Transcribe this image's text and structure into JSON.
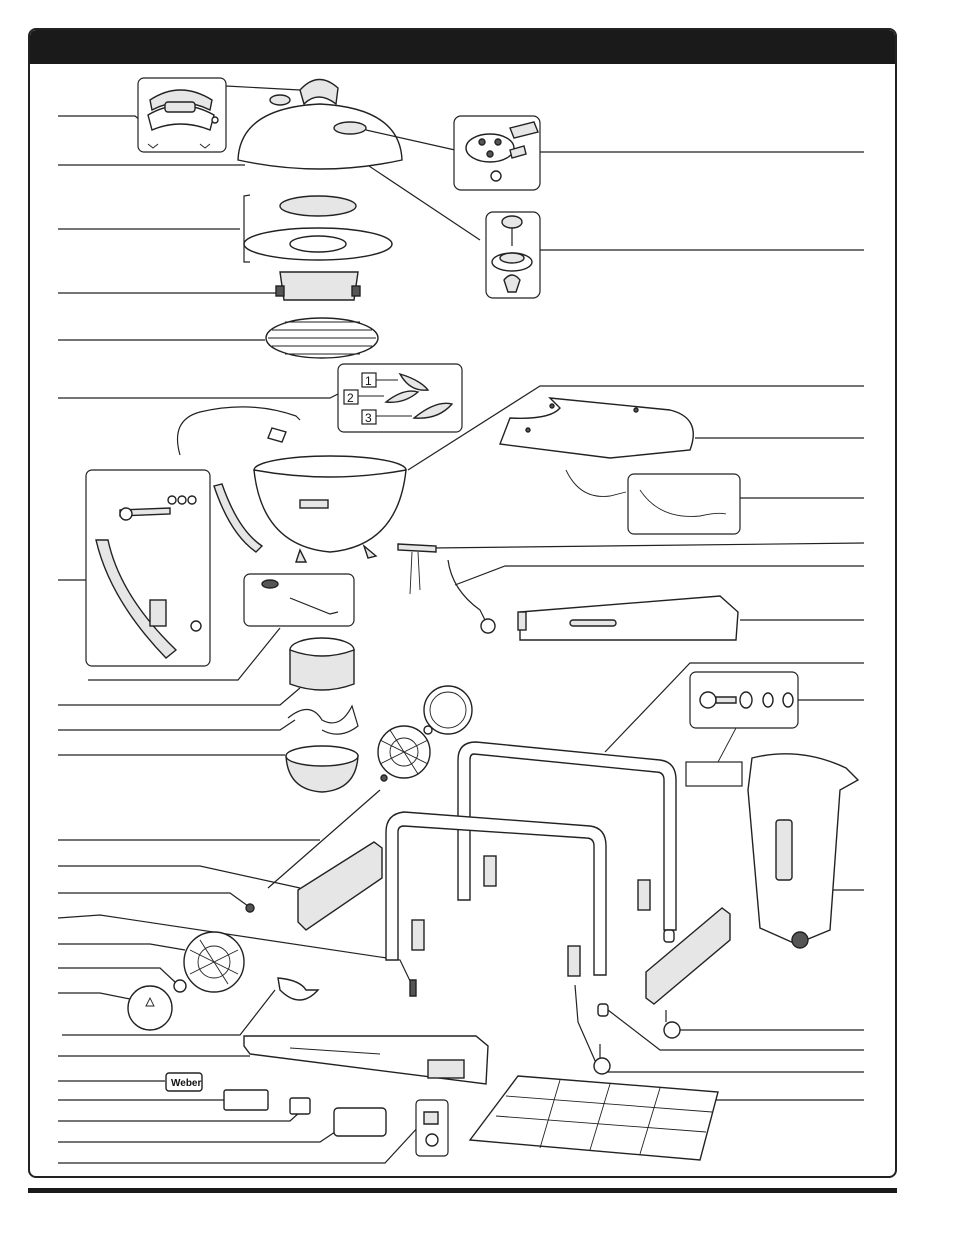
{
  "header": {
    "title": ""
  },
  "callouts": {
    "kit_numbers": [
      "1",
      "2",
      "3"
    ]
  },
  "logo": {
    "text": "Weber"
  },
  "colors": {
    "header_bar": "#1a1a1a",
    "line": "#222222",
    "background": "#ffffff"
  },
  "icons": [
    "lid-handle-icon",
    "lid-vent-icon",
    "thermometer-icon",
    "grill-bowl-icon",
    "wheel-icon",
    "cart-frame-icon",
    "bin-icon",
    "rack-icon"
  ]
}
